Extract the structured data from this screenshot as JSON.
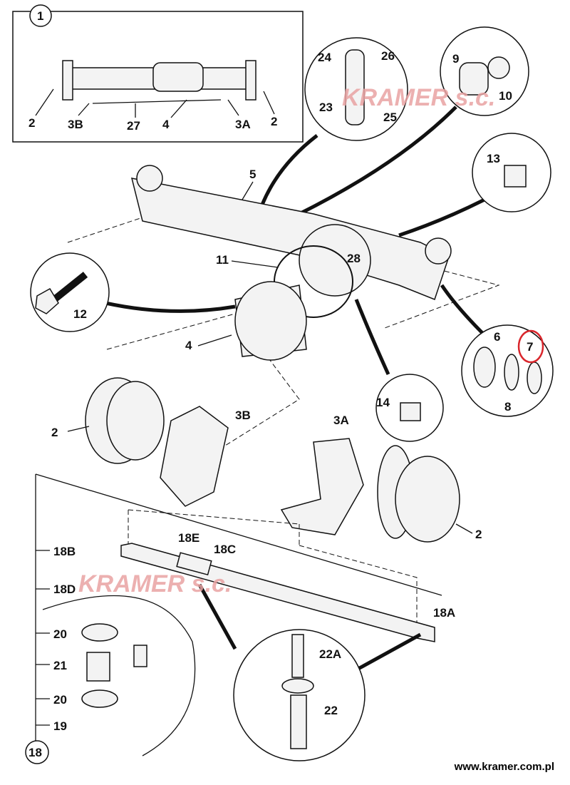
{
  "inset": {
    "number": "1",
    "labels": [
      "2",
      "3B",
      "27",
      "4",
      "3A",
      "2"
    ]
  },
  "callouts": {
    "pin_set": [
      "24",
      "26",
      "23",
      "25"
    ],
    "bushing_set": [
      "9",
      "10"
    ],
    "plug_13": "13",
    "bolt_12": "12",
    "bearing_set": [
      "6",
      "7",
      "8"
    ],
    "plug_14": "14"
  },
  "main_labels": {
    "axle_housing": "5",
    "gasket": "11",
    "breather": "28",
    "differential": "4",
    "hub_left": "2",
    "knuckle_left": "3B",
    "knuckle_right": "3A",
    "hub_right": "2"
  },
  "tie_rod": {
    "group_number": "18",
    "labels": [
      "18B",
      "18E",
      "18C",
      "18D",
      "18A"
    ],
    "detail_left": [
      "20",
      "21",
      "20",
      "19"
    ],
    "detail_right": [
      "22A",
      "22"
    ]
  },
  "highlight_color": "#d9262c",
  "watermark": "KRAMER s.c.",
  "website": "www.kramer.com.pl"
}
